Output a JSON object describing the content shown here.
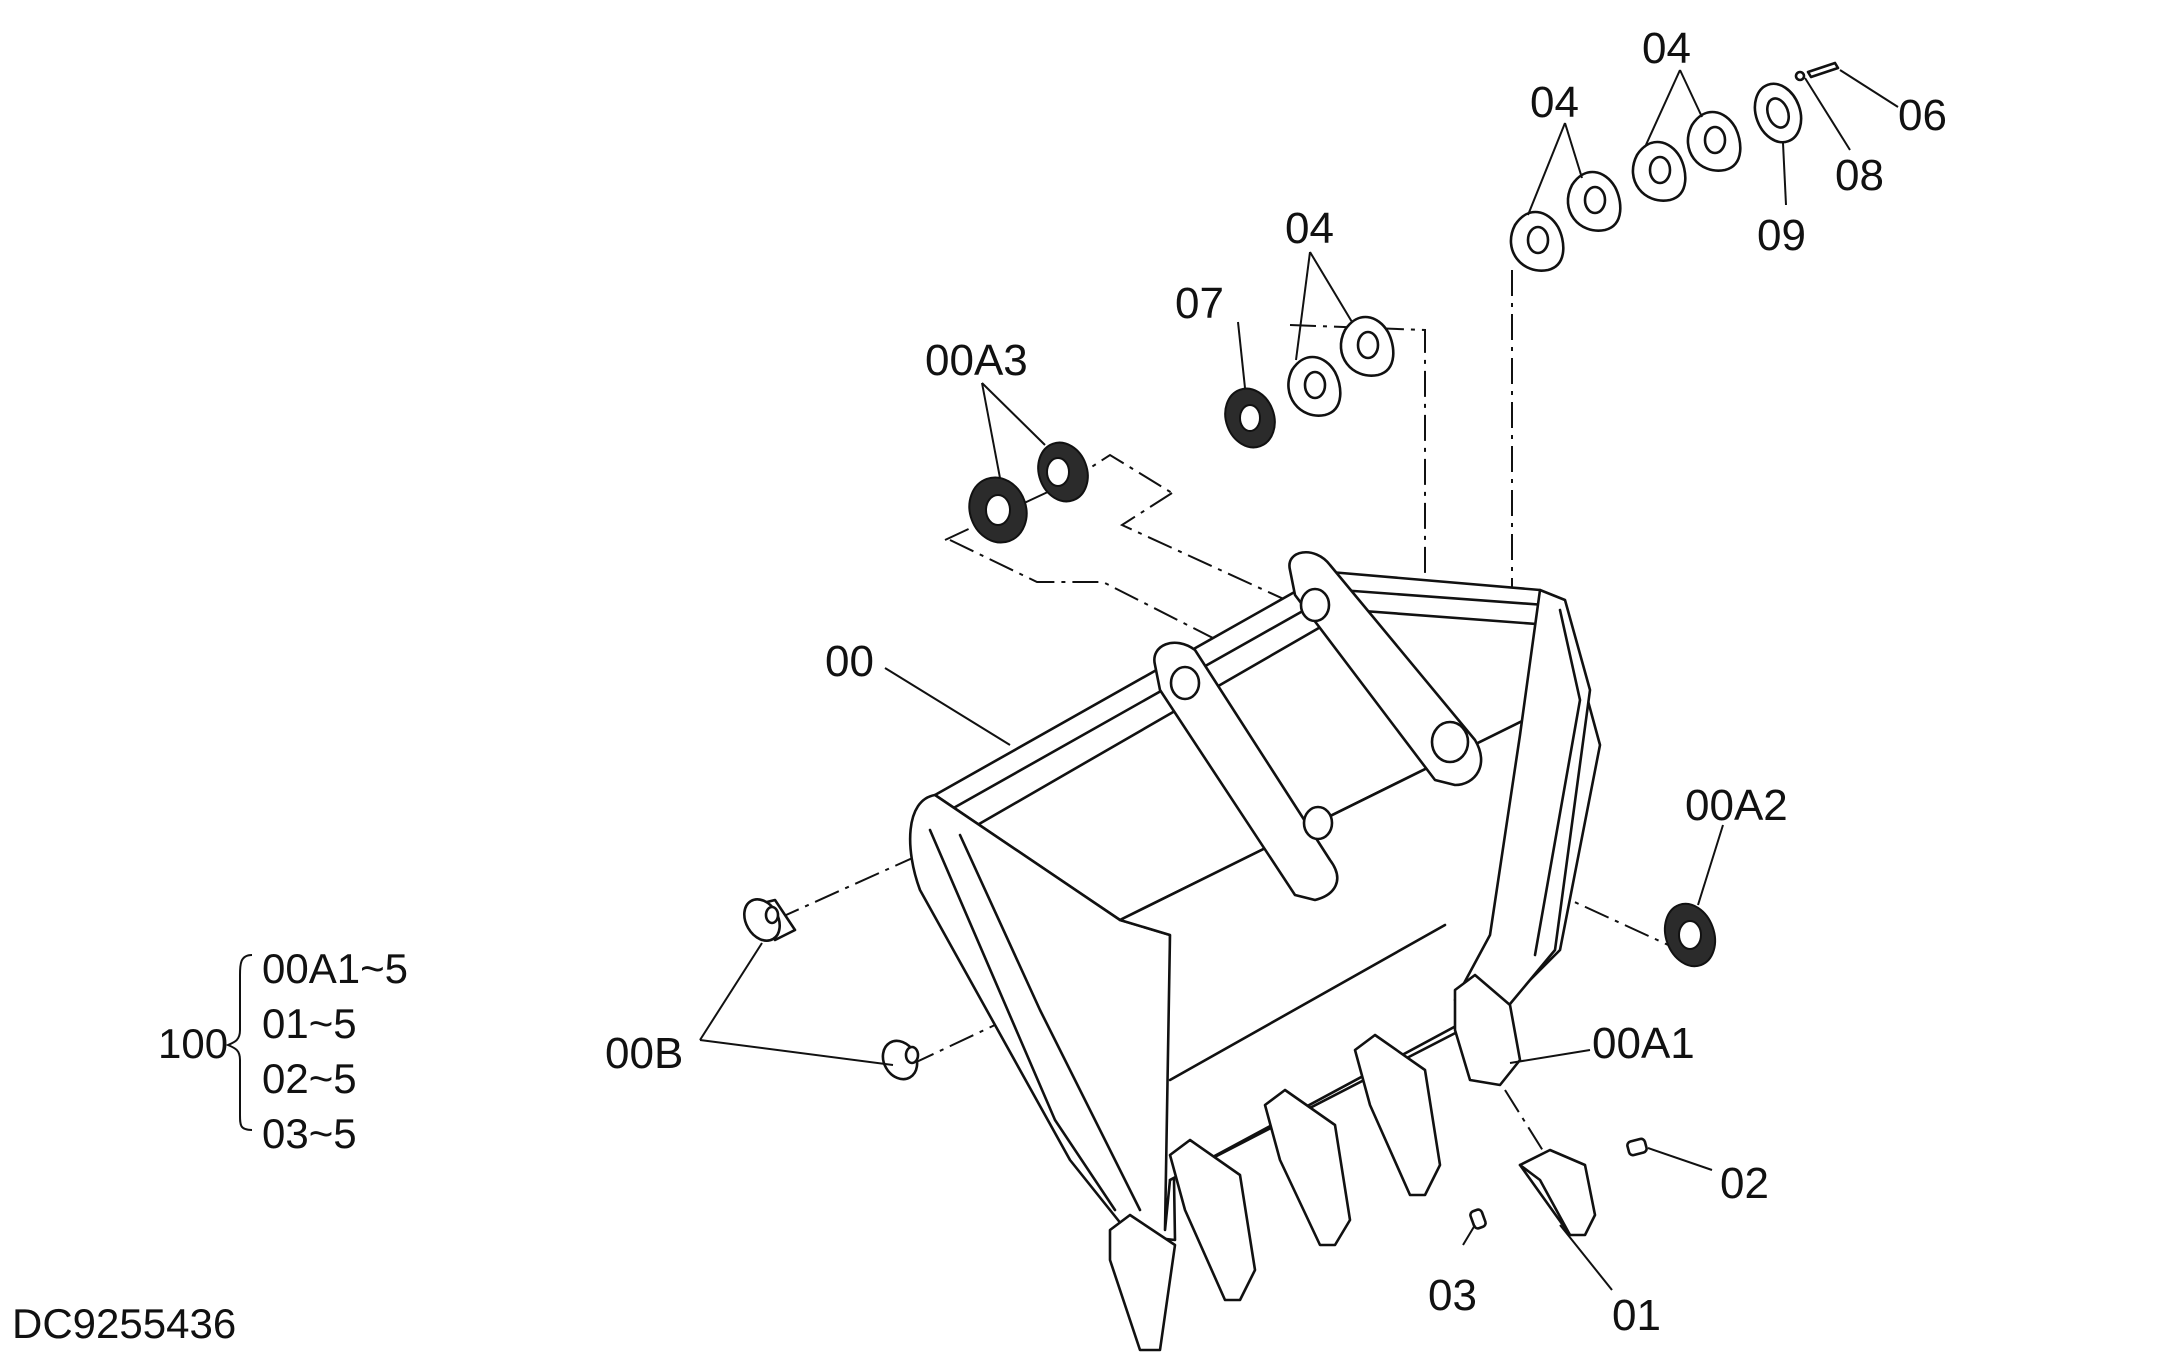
{
  "callouts": {
    "c00": "00",
    "c00A1": "00A1",
    "c00A2": "00A2",
    "c00A3": "00A3",
    "c00B": "00B",
    "c01": "01",
    "c02": "02",
    "c03": "03",
    "c04a": "04",
    "c04b": "04",
    "c04c": "04",
    "c06": "06",
    "c07": "07",
    "c08": "08",
    "c09": "09"
  },
  "kit": {
    "number": "100",
    "items": [
      "00A1~5",
      "01~5",
      "02~5",
      "03~5"
    ]
  },
  "drawing_id": "DC9255436"
}
